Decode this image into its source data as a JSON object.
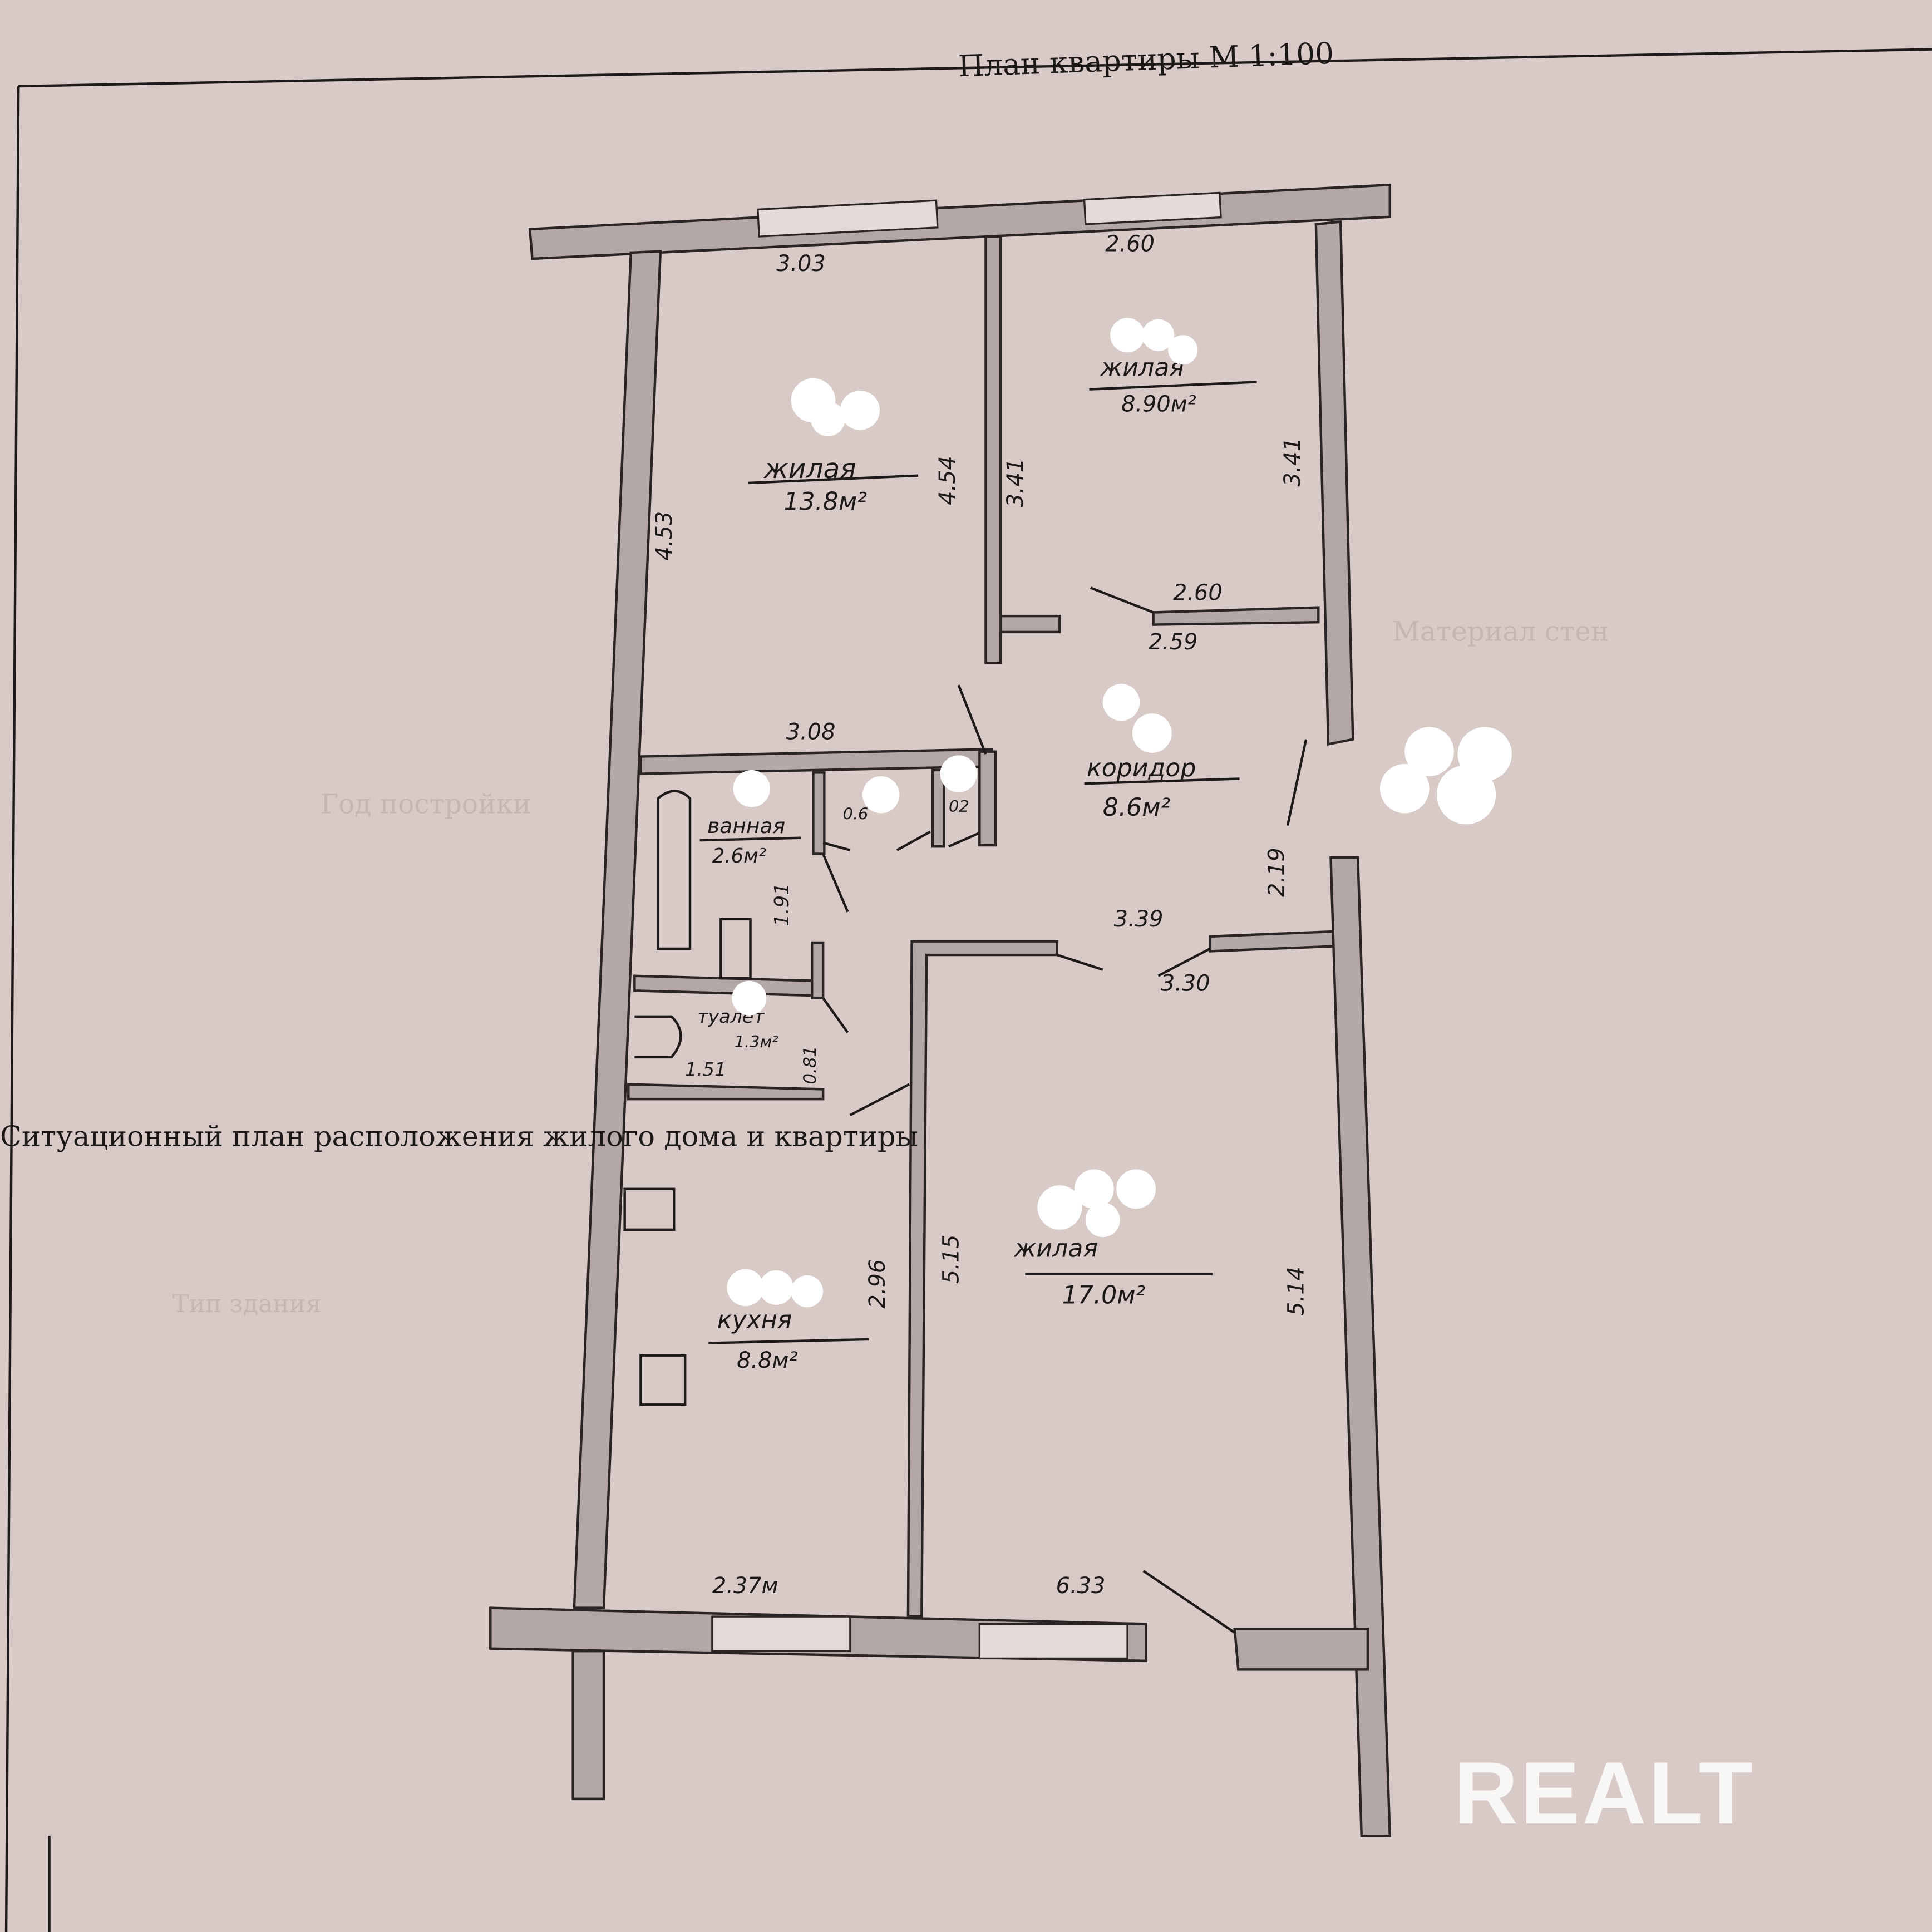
{
  "document": {
    "title": "План квартиры М 1:100",
    "site_plan_caption": "Ситуационный план расположения жилого дома и квартиры",
    "watermark": "REALT"
  },
  "rooms": {
    "living_1": {
      "name": "жилая",
      "area": "13.8м²"
    },
    "living_2": {
      "name": "жилая",
      "area": "8.90м²"
    },
    "corridor": {
      "name": "коридор",
      "area": "8.6м²"
    },
    "bathroom": {
      "name": "ванная",
      "area": "2.6м²"
    },
    "storage_1": {
      "area": "0.6"
    },
    "storage_2": {
      "area": "02"
    },
    "toilet": {
      "name": "туалет",
      "area": "1.3м²"
    },
    "kitchen": {
      "name": "кухня",
      "area": "8.8м²"
    },
    "living_3": {
      "name": "жилая",
      "area": "17.0м²"
    }
  },
  "dimensions": {
    "d1": "3.03",
    "d2": "2.60",
    "d3": "4.53",
    "d4": "4.54",
    "d5": "3.41",
    "d6": "3.41",
    "d7": "2.60",
    "d8": "2.59",
    "d9": "3.08",
    "d10": "2.19",
    "d11": "3.39",
    "d12": "3.30",
    "d13": "1.91",
    "d14": "1.51",
    "d15": "0.81",
    "d16": "2.96",
    "d17": "5.15",
    "d18": "5.14",
    "d19": "2.37м",
    "d20": "6.33"
  }
}
